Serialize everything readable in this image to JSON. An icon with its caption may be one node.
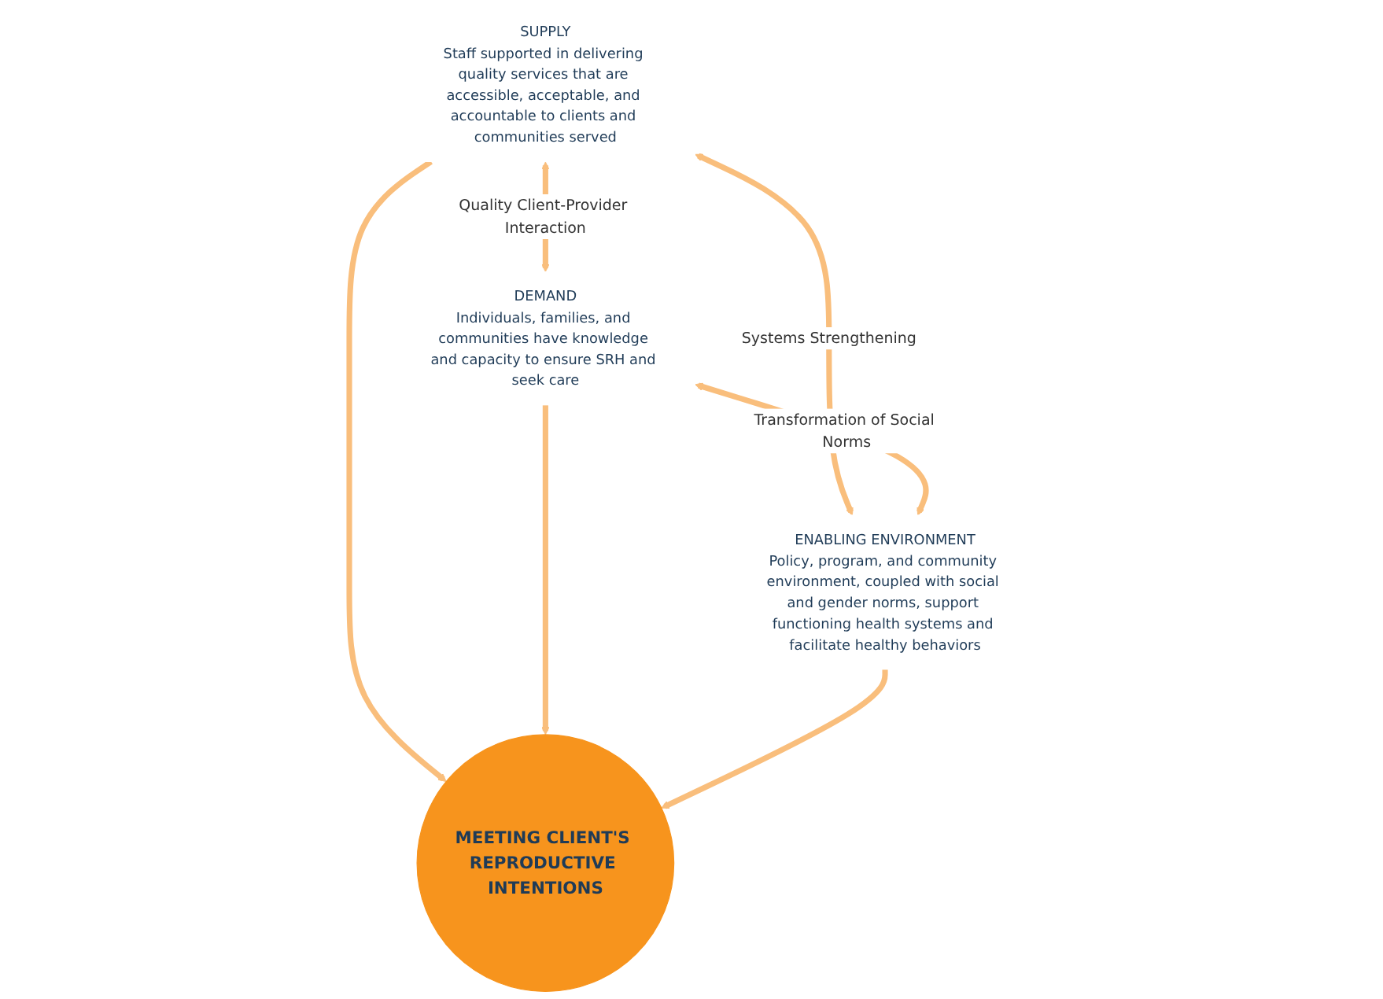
{
  "diagram": {
    "nodes": [
      {
        "text": [
          "SUPPLY",
          "Staff supported in delivering quality services that are accessible, acceptable, and accountable to clients and communities served"
        ]
      },
      {
        "text": [
          "DEMAND",
          "Individuals, families, and communities have knowledge and capacity to ensure SRH and seek care"
        ]
      },
      {
        "text": [
          "MEETING CLIENT'S REPRODUCTIVE INTENTIONS"
        ]
      },
      {
        "text": [
          "ENABLING ENVIRONMENT",
          "Policy, program, and community environment, coupled with social and gender norms, support functioning health systems and facilitate healthy behaviors"
        ]
      }
    ],
    "edges": [
      {
        "from": 0,
        "to": 1,
        "arrow": "both",
        "label": "Quality Client-Provider Interaction"
      },
      {
        "from": 0,
        "to": 3,
        "arrow": "both",
        "label": "Systems Strengthening"
      },
      {
        "from": 1,
        "to": 3,
        "arrow": "both",
        "label": "Transformation of Social Norms"
      },
      {
        "from": 0,
        "to": 2,
        "arrow": "to"
      },
      {
        "from": 1,
        "to": 2,
        "arrow": "to"
      },
      {
        "from": 3,
        "to": 2,
        "arrow": "to"
      }
    ]
  }
}
